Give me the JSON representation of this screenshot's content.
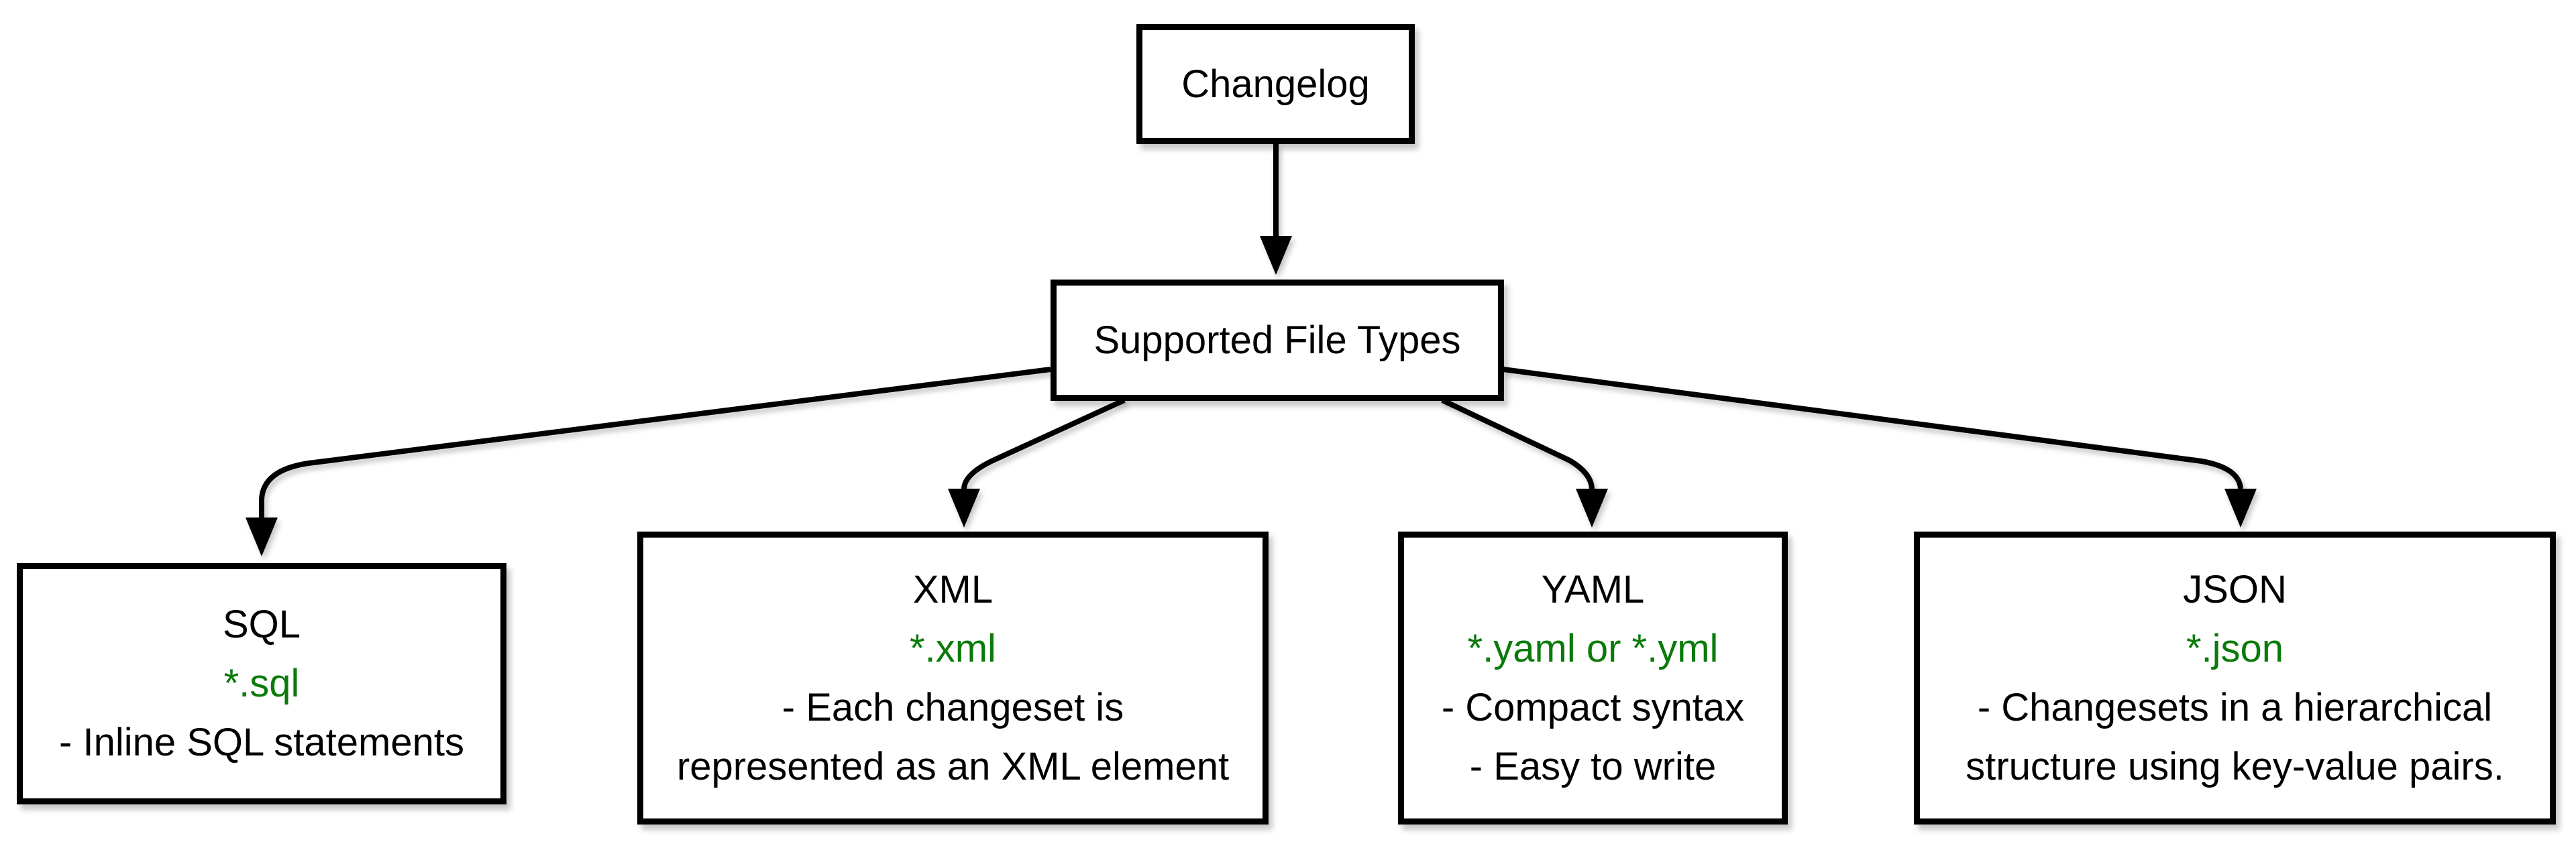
{
  "diagram": {
    "nodes": {
      "changelog": {
        "label": "Changelog"
      },
      "supported_file_types": {
        "label": "Supported File Types"
      },
      "sql": {
        "label": "SQL",
        "file_pattern": "*.sql",
        "desc_lines": [
          "- Inline SQL statements"
        ]
      },
      "xml": {
        "label": "XML",
        "file_pattern": "*.xml",
        "desc_lines": [
          "- Each changeset is",
          "represented as an XML element"
        ]
      },
      "yaml": {
        "label": "YAML",
        "file_pattern": "*.yaml or *.yml",
        "desc_lines": [
          "- Compact syntax",
          "- Easy to write"
        ]
      },
      "json": {
        "label": "JSON",
        "file_pattern": "*.json",
        "desc_lines": [
          "- Changesets in a hierarchical",
          "structure using key-value pairs."
        ]
      }
    },
    "edges": [
      {
        "from": "changelog",
        "to": "supported_file_types"
      },
      {
        "from": "supported_file_types",
        "to": "sql"
      },
      {
        "from": "supported_file_types",
        "to": "xml"
      },
      {
        "from": "supported_file_types",
        "to": "yaml"
      },
      {
        "from": "supported_file_types",
        "to": "json"
      }
    ],
    "colors": {
      "file_pattern_green": "#0a7a0a",
      "line_black": "#000000",
      "node_fill": "#ffffff",
      "background": "#ffffff"
    }
  }
}
